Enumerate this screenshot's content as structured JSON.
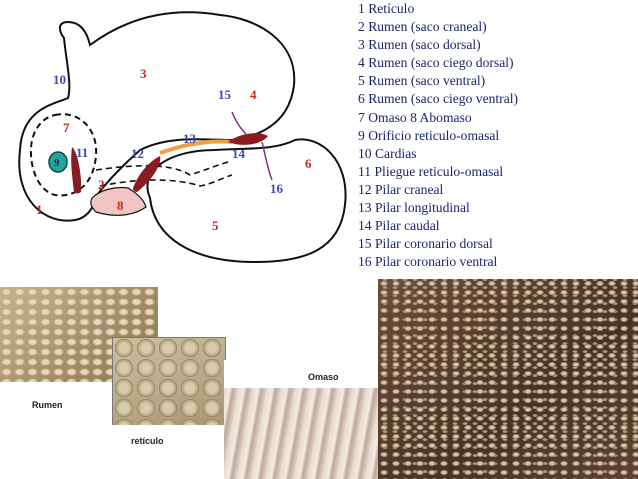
{
  "diagram": {
    "labels": [
      {
        "id": "1",
        "text": "1",
        "color": "#c8281e"
      },
      {
        "id": "2",
        "text": "2",
        "color": "#c8281e"
      },
      {
        "id": "3",
        "text": "3",
        "color": "#c8281e"
      },
      {
        "id": "4",
        "text": "4",
        "color": "#c8281e"
      },
      {
        "id": "5",
        "text": "5",
        "color": "#c8281e"
      },
      {
        "id": "6",
        "text": "6",
        "color": "#c8281e"
      },
      {
        "id": "7",
        "text": "7",
        "color": "#c8281e"
      },
      {
        "id": "8",
        "text": "8",
        "color": "#c8281e"
      },
      {
        "id": "9",
        "text": "9",
        "color": "#1c2470"
      },
      {
        "id": "10",
        "text": "10",
        "color": "#3a48b4"
      },
      {
        "id": "11",
        "text": "11",
        "color": "#3a48b4"
      },
      {
        "id": "12",
        "text": "12",
        "color": "#3a48b4"
      },
      {
        "id": "13",
        "text": "13",
        "color": "#3a48b4"
      },
      {
        "id": "14",
        "text": "14",
        "color": "#3a48b4"
      },
      {
        "id": "15",
        "text": "15",
        "color": "#3a48b4"
      },
      {
        "id": "16",
        "text": "16",
        "color": "#3a48b4"
      }
    ]
  },
  "legend": [
    "1 Retículo",
    "2 Rumen (saco craneal)",
    "3 Rumen (saco dorsal)",
    "4 Rumen (saco ciego dorsal)",
    "5 Rumen (saco ventral)",
    "6 Rumen (saco ciego ventral)",
    "7 Omaso 8 Abomaso",
    "9 Orificio reticulo-omasal",
    "10 Cardias",
    "11 Pliegue reticulo-omasal",
    "12 Pilar craneal",
    "13 Pilar longitudinal",
    "14 Pilar caudal",
    "15 Pilar coronario dorsal",
    "16 Pilar coronario ventral"
  ],
  "photos": {
    "rumen": "Rumen",
    "reticulo": "retículo",
    "omaso": "Omaso"
  },
  "colors": {
    "outline": "#111111",
    "pillar": "#8a1a24",
    "longitudinal_pillar": "#f0a040",
    "abomaso_fill": "#f2c4c4",
    "orifice": "#1fa89a",
    "coronary": "#8a2a8a",
    "legend_text": "#1c2470"
  }
}
